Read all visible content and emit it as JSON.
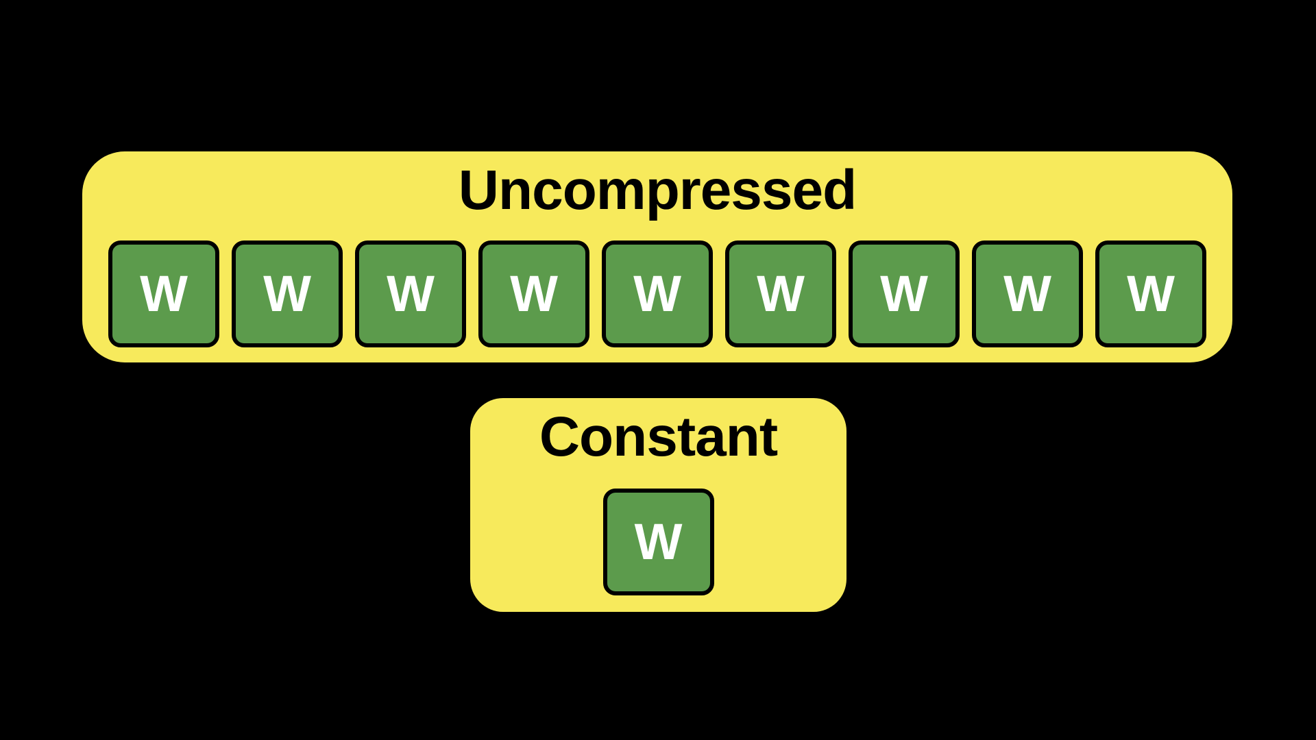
{
  "palette": {
    "background": "#000000",
    "box_yellow": "#F7EA5C",
    "tile_green": "#5C9B4C",
    "tile_border": "#000000",
    "title_color": "#000000",
    "tile_letter_color": "#FFFFFF"
  },
  "diagram": {
    "uncompressed": {
      "title": "Uncompressed",
      "tiles": [
        "W",
        "W",
        "W",
        "W",
        "W",
        "W",
        "W",
        "W",
        "W"
      ]
    },
    "constant": {
      "title": "Constant",
      "tiles": [
        "W"
      ]
    }
  }
}
